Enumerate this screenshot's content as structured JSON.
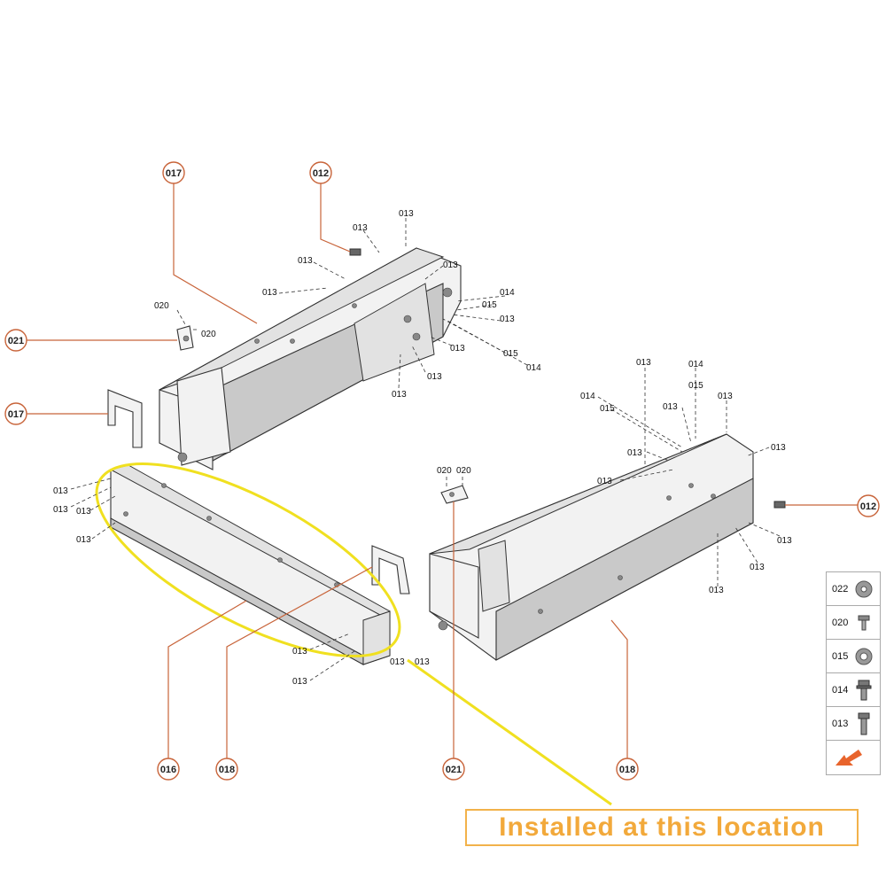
{
  "callouts": {
    "c017_top": "017",
    "c012_top": "012",
    "c021_left": "021",
    "c017_left": "017",
    "c012_right": "012",
    "c016": "016",
    "c018_left": "018",
    "c021_bottom": "021",
    "c018_right": "018"
  },
  "labels": {
    "n013": "013",
    "n014": "014",
    "n015": "015",
    "n020": "020"
  },
  "legend": [
    {
      "code": "022",
      "icon": "washer-icon"
    },
    {
      "code": "020",
      "icon": "bolt-short-icon"
    },
    {
      "code": "015",
      "icon": "washer-icon"
    },
    {
      "code": "014",
      "icon": "bolt-flanged-icon"
    },
    {
      "code": "013",
      "icon": "bolt-long-icon"
    }
  ],
  "legend_footer_icon": "orange-arrow-icon",
  "banner_text": "Installed at this location",
  "colors": {
    "callout": "#c8643a",
    "highlight": "#f0e020",
    "banner": "#f2a93b"
  }
}
